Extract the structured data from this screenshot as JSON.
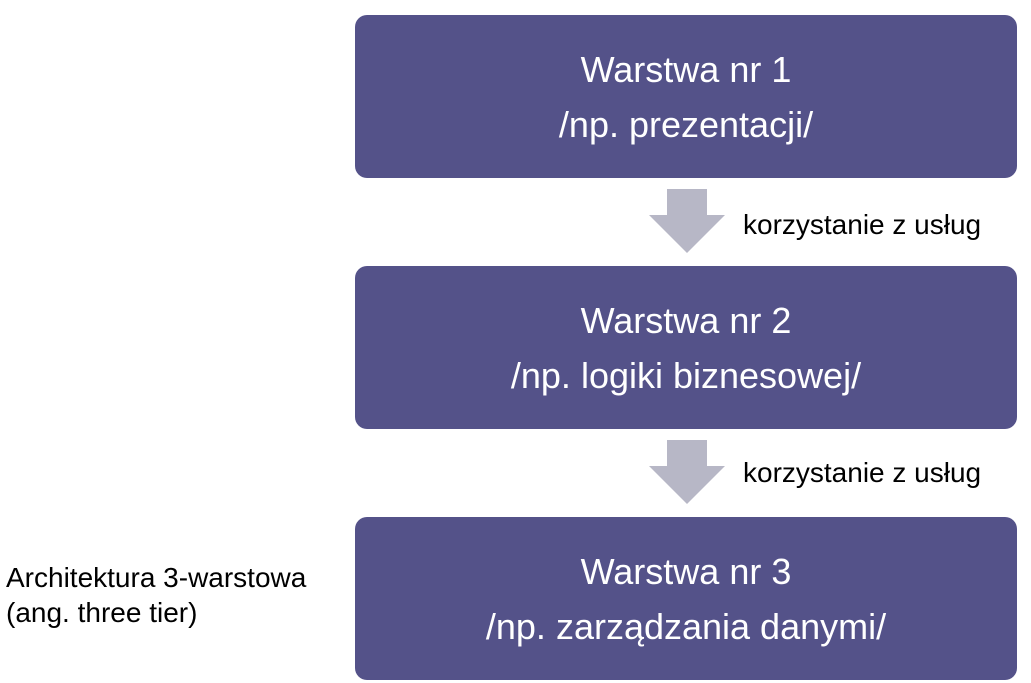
{
  "layers": [
    {
      "title": "Warstwa nr 1",
      "subtitle": "/np. prezentacji/"
    },
    {
      "title": "Warstwa nr 2",
      "subtitle": "/np. logiki biznesowej/"
    },
    {
      "title": "Warstwa nr 3",
      "subtitle": "/np. zarządzania danymi/"
    }
  ],
  "arrows": [
    {
      "label": "korzystanie z usług"
    },
    {
      "label": "korzystanie z usług"
    }
  ],
  "caption": {
    "line1": "Architektura 3-warstowa",
    "line2": "(ang. three tier)"
  },
  "colors": {
    "box": "#545289",
    "arrow": "#b7b7c6",
    "box_text": "#ffffff"
  }
}
